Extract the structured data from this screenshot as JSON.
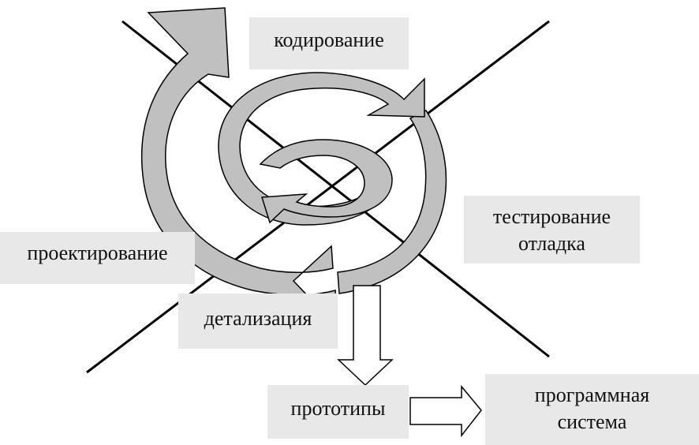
{
  "labels": {
    "coding": "кодирование",
    "testing_line1": "тестирование",
    "testing_line2": "отладка",
    "design": "проектирование",
    "detailing": "детализация",
    "prototypes": "прототипы",
    "system_line1": "программная",
    "system_line2": "система"
  },
  "colors": {
    "arrow_fill": "#c0c0c0",
    "arrow_stroke": "#000000",
    "label_bg": "#e8e8e8",
    "line": "#000000"
  }
}
